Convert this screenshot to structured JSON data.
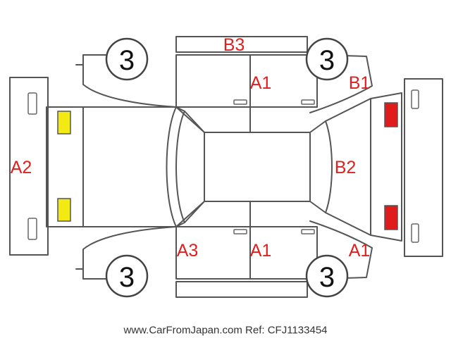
{
  "colors": {
    "line": "#555555",
    "damage_code": "#e02020",
    "front_lamp": "#f2ea12",
    "rear_lamp": "#e01b1b"
  },
  "wheels": {
    "front_left": "3",
    "rear_left": "3",
    "front_right": "3",
    "rear_right": "3"
  },
  "codes": {
    "front_bumper": "A2",
    "left_front_panel": "A3",
    "left_door": "A1",
    "left_rear_quarter": "A1",
    "right_door": "A1",
    "right_sill": "B3",
    "right_rear_quarter": "B1",
    "trunk_lid": "B2"
  },
  "lamps": {
    "front": [
      "front-lamp-top",
      "front-lamp-bottom"
    ],
    "rear": [
      "rear-lamp-top",
      "rear-lamp-bottom"
    ]
  },
  "footer": "www.CarFromJapan.com Ref: CFJ1133454"
}
